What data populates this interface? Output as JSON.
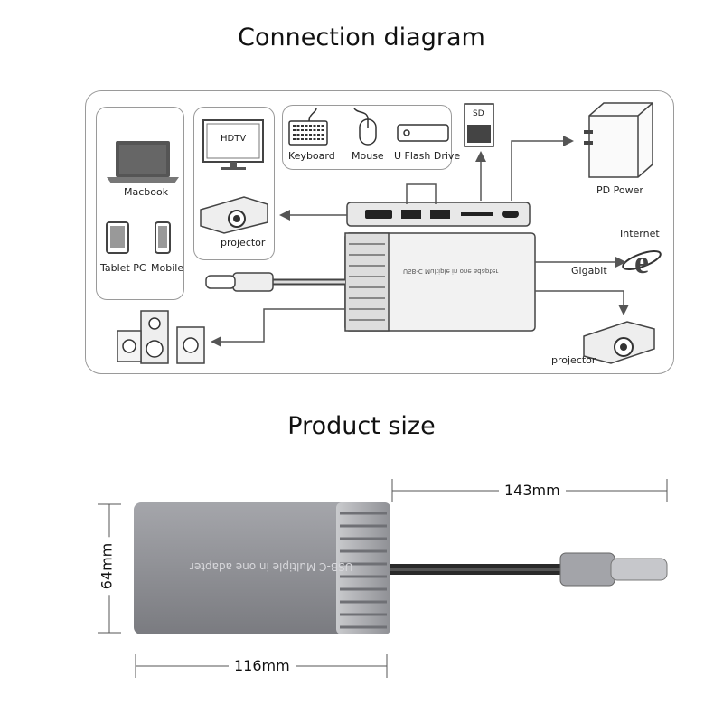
{
  "titles": {
    "connection": "Connection diagram",
    "size": "Product size"
  },
  "labels": {
    "macbook": "Macbook",
    "tablet_pc": "Tablet PC",
    "mobile": "Mobile",
    "hdtv_screen": "HDTV",
    "projector_left": "projector",
    "keyboard": "Keyboard",
    "mouse": "Mouse",
    "flash_drive": "U Flash Drive",
    "sd_card": "SD",
    "pd_power": "PD Power",
    "internet": "Internet",
    "gigabit": "Gigabit",
    "projector_right": "projector",
    "adapter_text": "USB-C Multiple in one adapter"
  },
  "dimensions": {
    "length": "143mm",
    "body_length": "116mm",
    "height": "64mm"
  },
  "colors": {
    "frame": "#9a9a9a",
    "arrow": "#555555",
    "device_body": "#8e8f95",
    "internet_blue": "#1a5fb4"
  }
}
